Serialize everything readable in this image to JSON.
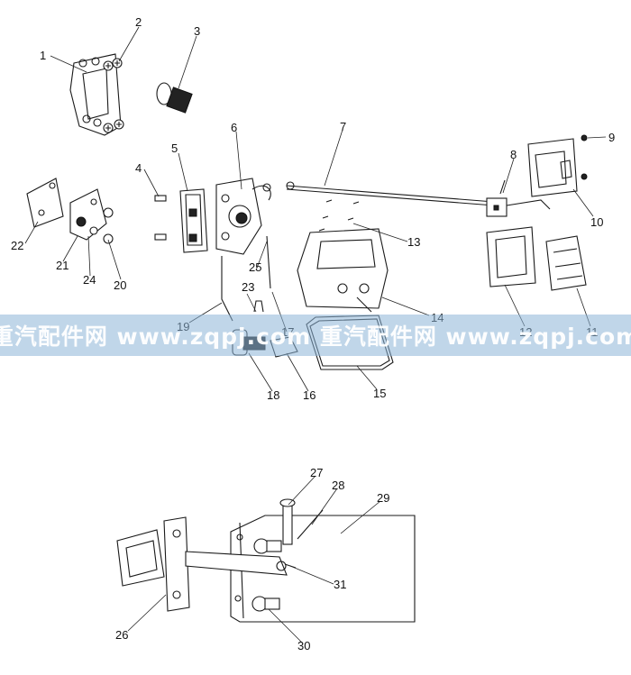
{
  "diagram": {
    "part_numbers": [
      "1",
      "2",
      "3",
      "4",
      "5",
      "6",
      "7",
      "8",
      "9",
      "10",
      "11",
      "12",
      "13",
      "14",
      "15",
      "16",
      "17",
      "18",
      "19",
      "20",
      "21",
      "22",
      "23",
      "24",
      "25",
      "26",
      "27",
      "28",
      "29",
      "30",
      "31"
    ]
  },
  "watermark": {
    "text": "重汽配件网 www.zqpj.com 重汽配件网 www.zqpj.com"
  },
  "colors": {
    "watermark_band": "#8cb4d7",
    "line": "#1a1a1a"
  }
}
